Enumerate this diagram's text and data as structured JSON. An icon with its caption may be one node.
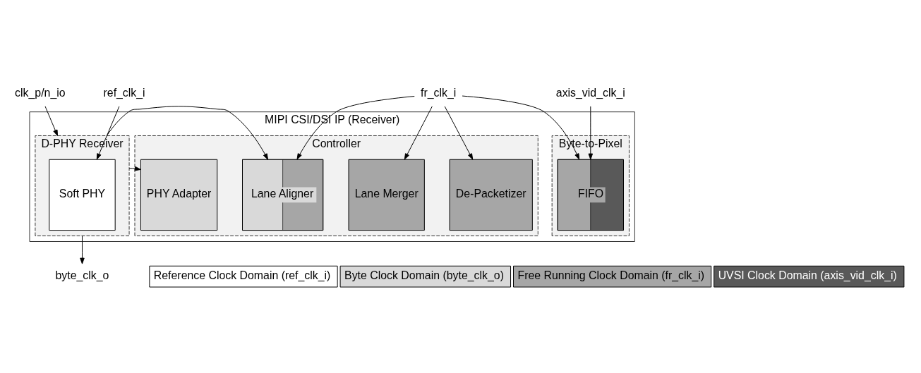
{
  "diagram": {
    "nodes": [
      {
        "text": [
          "MIPI CSI/DSI IP (Receiver)"
        ]
      },
      {
        "text": [
          "D-PHY Receiver"
        ],
        "in": 0
      },
      {
        "text": [
          "Soft PHY"
        ],
        "in": 1
      },
      {
        "text": [
          "Controller"
        ],
        "in": 0
      },
      {
        "text": [
          "PHY Adapter"
        ],
        "in": 3
      },
      {
        "text": [
          "Lane Aligner"
        ],
        "in": 3
      },
      {
        "text": [
          "Lane Merger"
        ],
        "in": 3
      },
      {
        "text": [
          "De-Packetizer"
        ],
        "in": 3
      },
      {
        "text": [
          "Byte-to-Pixel"
        ],
        "in": 0
      },
      {
        "text": [
          "FIFO"
        ],
        "in": 8
      },
      {
        "text": [
          "clk_p/n_io"
        ]
      },
      {
        "text": [
          "ref_clk_i"
        ]
      },
      {
        "text": [
          "fr_clk_i"
        ]
      },
      {
        "text": [
          "axis_vid_clk_i"
        ]
      },
      {
        "text": [
          "byte_clk_o"
        ]
      }
    ],
    "edges": [
      {
        "from": 10,
        "to": 1,
        "arrow": "to"
      },
      {
        "from": 11,
        "to": 2,
        "arrow": "to"
      },
      {
        "from": 1,
        "to": 4,
        "arrow": "to"
      },
      {
        "from": 1,
        "to": 5,
        "arrow": "to"
      },
      {
        "from": 1,
        "to": 14,
        "arrow": "to"
      },
      {
        "from": 12,
        "to": 5,
        "arrow": "to"
      },
      {
        "from": 12,
        "to": 6,
        "arrow": "to"
      },
      {
        "from": 12,
        "to": 7,
        "arrow": "to"
      },
      {
        "from": 12,
        "to": 9,
        "arrow": "to"
      },
      {
        "from": 13,
        "to": 9,
        "arrow": "to"
      }
    ],
    "legend": [
      {
        "text": "Reference Clock Domain (ref_clk_i)",
        "color": "#ffffff"
      },
      {
        "text": "Byte Clock Domain (byte_clk_o)",
        "color": "#d9d9d9"
      },
      {
        "text": "Free Running Clock Domain (fr_clk_i)",
        "color": "#a6a6a6"
      },
      {
        "text": "UVSI Clock Domain (axis_vid_clk_i)",
        "color": "#595959"
      }
    ]
  }
}
